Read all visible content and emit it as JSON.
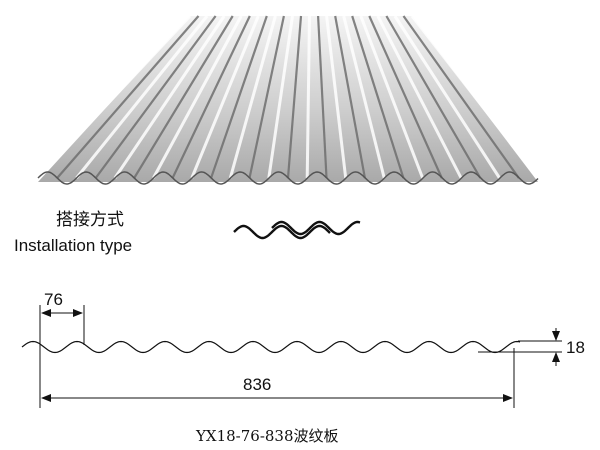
{
  "install": {
    "label_cn": "搭接方式",
    "label_en": "Installation type"
  },
  "dims": {
    "pitch": "76",
    "cover_width": "836",
    "height": "18"
  },
  "model": "YX18-76-838波纹板",
  "colors": {
    "line": "#111111",
    "sheet_light": "#eeeeee",
    "sheet_dark": "#7a7a7a"
  }
}
